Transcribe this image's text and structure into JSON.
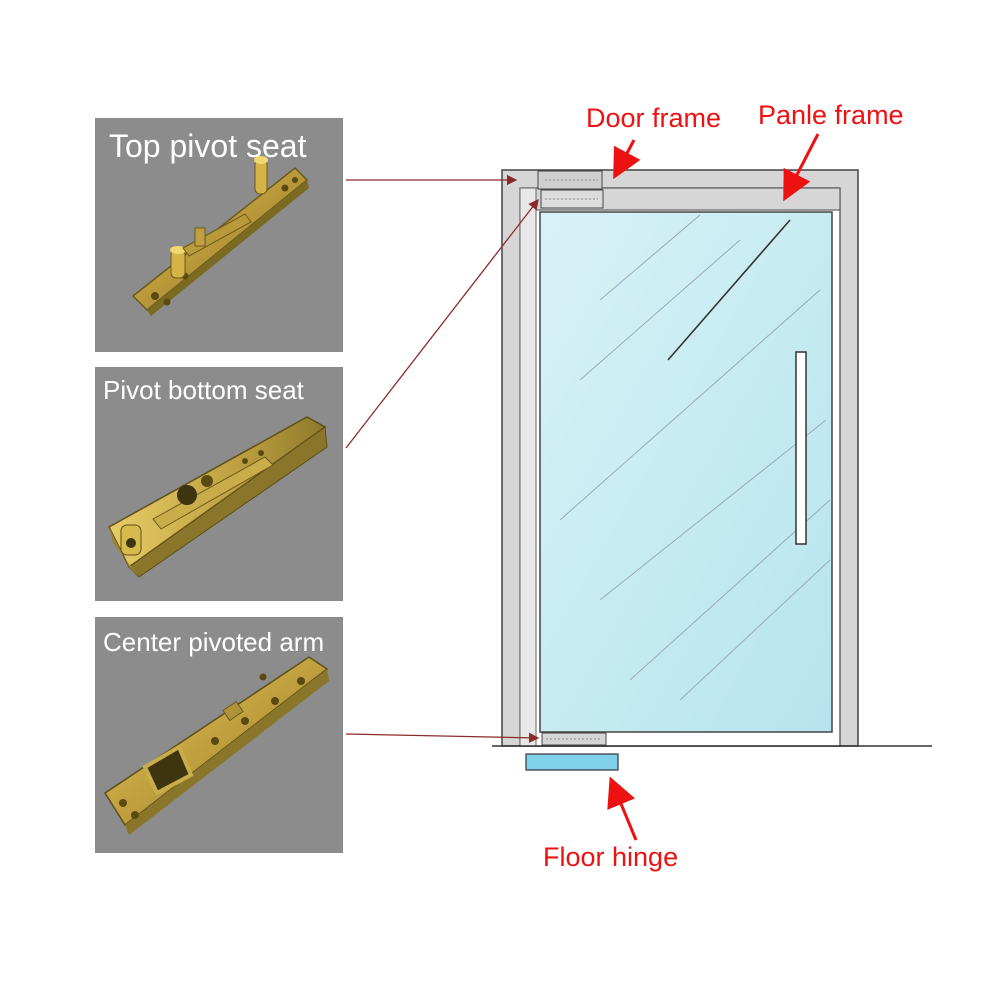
{
  "panels": [
    {
      "title": "Top pivot seat",
      "photo_icon": "top-pivot-seat-photo"
    },
    {
      "title": "Pivot bottom seat",
      "photo_icon": "pivot-bottom-seat-photo"
    },
    {
      "title": "Center pivoted arm",
      "photo_icon": "center-pivoted-arm-photo"
    }
  ],
  "callouts": {
    "door_frame": "Door frame",
    "panel_frame": "Panle frame",
    "floor_hinge": "Floor hinge"
  },
  "colors": {
    "panel_bg": "#8c8c8c",
    "callout_red": "#ee1111",
    "leader_line": "#8b2a2a",
    "glass": "#c8ecf2",
    "frame": "#d6d6d6",
    "hinge": "#7fd0ea",
    "brass": "#c9a43a"
  }
}
